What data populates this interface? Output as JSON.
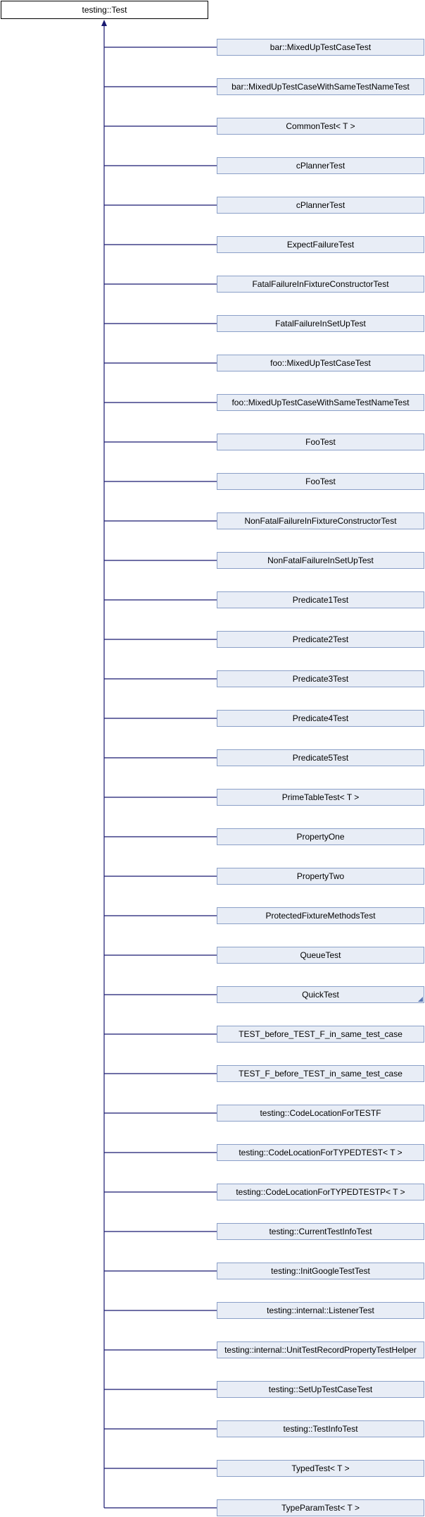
{
  "diagram": {
    "base_class": "testing::Test",
    "edge_color": "#191970",
    "node_fill": "#e8edf6",
    "node_border": "#8ba0c8",
    "derived_classes": [
      {
        "label": "bar::MixedUpTestCaseTest"
      },
      {
        "label": "bar::MixedUpTestCaseWithSameTestNameTest"
      },
      {
        "label": "CommonTest< T >"
      },
      {
        "label": "cPlannerTest"
      },
      {
        "label": "cPlannerTest"
      },
      {
        "label": "ExpectFailureTest"
      },
      {
        "label": "FatalFailureInFixtureConstructorTest"
      },
      {
        "label": "FatalFailureInSetUpTest"
      },
      {
        "label": "foo::MixedUpTestCaseTest"
      },
      {
        "label": "foo::MixedUpTestCaseWithSameTestNameTest"
      },
      {
        "label": "FooTest"
      },
      {
        "label": "FooTest"
      },
      {
        "label": "NonFatalFailureInFixtureConstructorTest"
      },
      {
        "label": "NonFatalFailureInSetUpTest"
      },
      {
        "label": "Predicate1Test"
      },
      {
        "label": "Predicate2Test"
      },
      {
        "label": "Predicate3Test"
      },
      {
        "label": "Predicate4Test"
      },
      {
        "label": "Predicate5Test"
      },
      {
        "label": "PrimeTableTest< T >"
      },
      {
        "label": "PropertyOne"
      },
      {
        "label": "PropertyTwo"
      },
      {
        "label": "ProtectedFixtureMethodsTest"
      },
      {
        "label": "QueueTest"
      },
      {
        "label": "QuickTest",
        "has_subclasses": true
      },
      {
        "label": "TEST_before_TEST_F_in_same_test_case"
      },
      {
        "label": "TEST_F_before_TEST_in_same_test_case"
      },
      {
        "label": "testing::CodeLocationForTESTF"
      },
      {
        "label": "testing::CodeLocationForTYPEDTEST< T >"
      },
      {
        "label": "testing::CodeLocationForTYPEDTESTP< T >"
      },
      {
        "label": "testing::CurrentTestInfoTest"
      },
      {
        "label": "testing::InitGoogleTestTest"
      },
      {
        "label": "testing::internal::ListenerTest"
      },
      {
        "label": "testing::internal::UnitTestRecordPropertyTestHelper"
      },
      {
        "label": "testing::SetUpTestCaseTest"
      },
      {
        "label": "testing::TestInfoTest"
      },
      {
        "label": "TypedTest< T >"
      },
      {
        "label": "TypeParamTest< T >"
      }
    ]
  }
}
